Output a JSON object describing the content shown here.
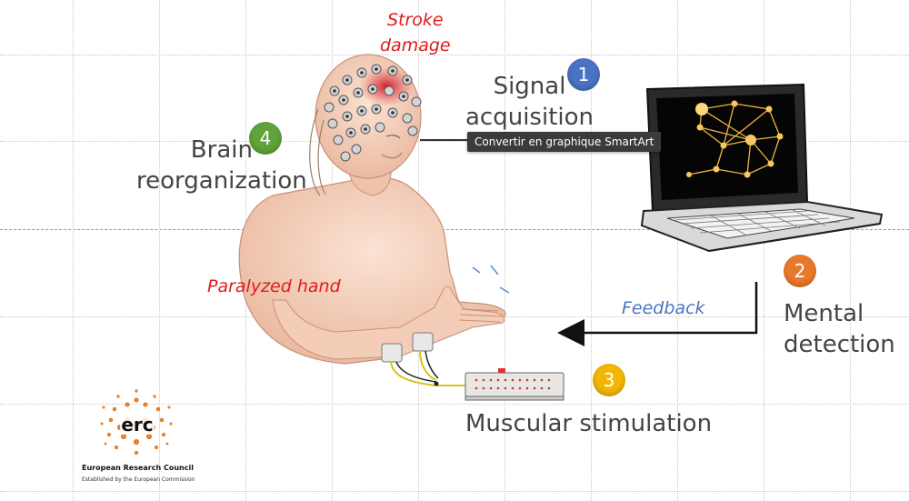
{
  "labels": {
    "stroke_damage_line1": "Stroke",
    "stroke_damage_line2": "damage",
    "signal_line1": "Signal",
    "signal_line2": "acquisition",
    "brain_line1": "Brain",
    "brain_line2": "reorganization",
    "paralyzed_hand": "Paralyzed hand",
    "feedback": "Feedback",
    "mental_line1": "Mental",
    "mental_line2": "detection",
    "muscular_stimulation": "Muscular stimulation"
  },
  "badges": {
    "step1": "1",
    "step2": "2",
    "step3": "3",
    "step4": "4"
  },
  "badge_colors": {
    "step1": "#4a73c4",
    "step2": "#e8792a",
    "step3": "#f2b705",
    "step4": "#5fa33a"
  },
  "tooltip": "Convertir en graphique SmartArt",
  "logo": {
    "acronym": "erc",
    "name": "European Research Council",
    "tagline": "Established by the European Commission"
  },
  "colors": {
    "label_red": "#e21b1b",
    "label_blue": "#4a73c4",
    "network_gold": "#f0b43c"
  }
}
